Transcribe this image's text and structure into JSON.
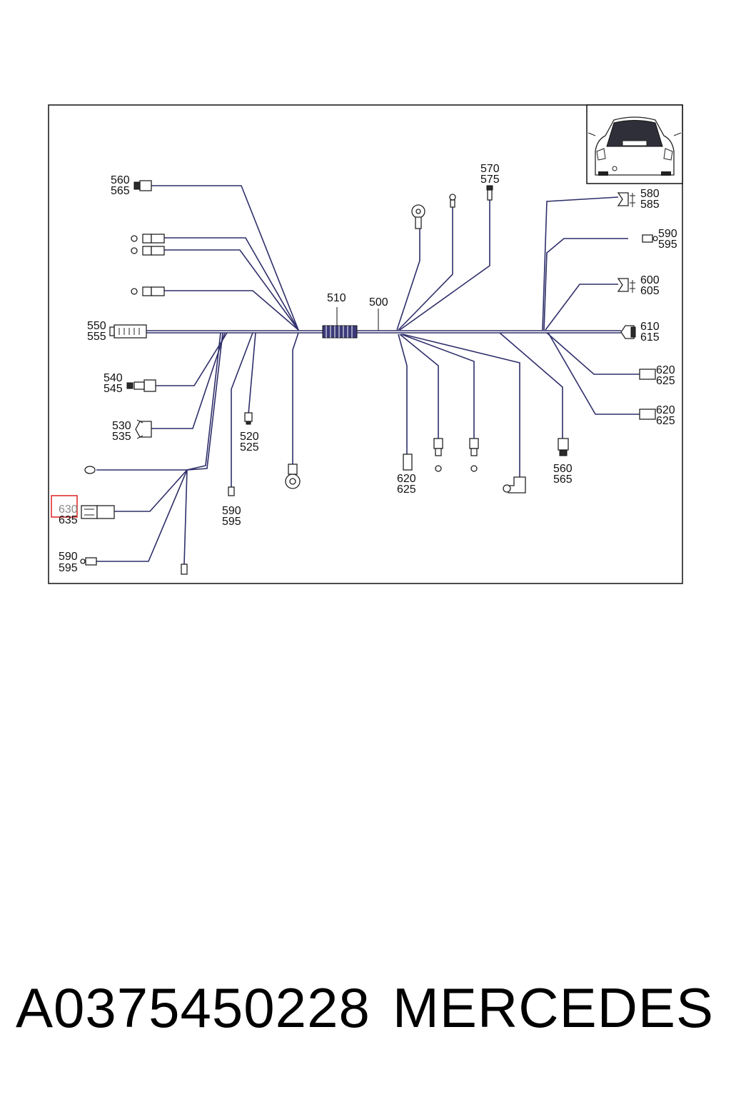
{
  "diagram": {
    "labels": {
      "l500": "500",
      "l510": "510",
      "l560a": "560",
      "l565a": "565",
      "l550": "550",
      "l555": "555",
      "l540": "540",
      "l545": "545",
      "l530": "530",
      "l535": "535",
      "l520": "520",
      "l525": "525",
      "l590a": "590",
      "l595a": "595",
      "l630": "630",
      "l635": "635",
      "l590b": "590",
      "l595b": "595",
      "l570": "570",
      "l575": "575",
      "l580": "580",
      "l585": "585",
      "l590c": "590",
      "l595c": "595",
      "l600": "600",
      "l605": "605",
      "l610": "610",
      "l615": "615",
      "l620a": "620",
      "l625a": "625",
      "l620b": "620",
      "l625b": "625",
      "l620c": "620",
      "l625c": "625",
      "l560b": "560",
      "l565b": "565"
    },
    "highlight_color": "#e03030",
    "wire_color": "#2e2e6a"
  },
  "footer": {
    "part_number": "A0375450228",
    "brand": "MERCEDES"
  }
}
